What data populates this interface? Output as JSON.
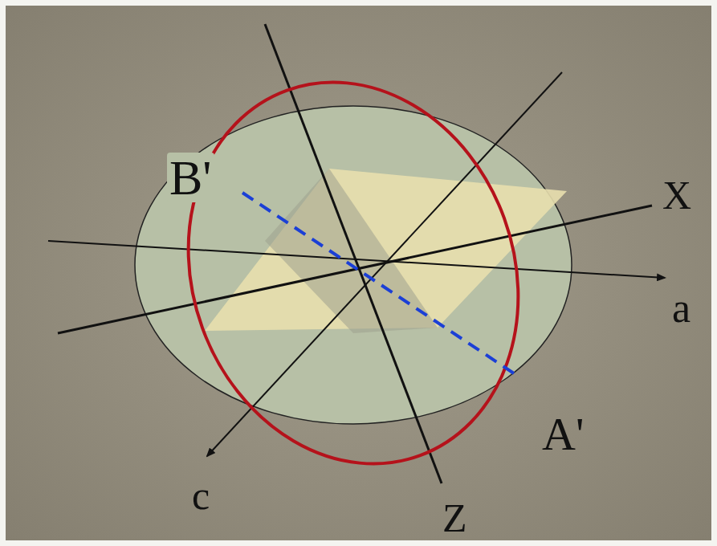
{
  "diagram": {
    "labels": [
      "B'",
      "X",
      "a",
      "A'",
      "c",
      "Z"
    ]
  }
}
